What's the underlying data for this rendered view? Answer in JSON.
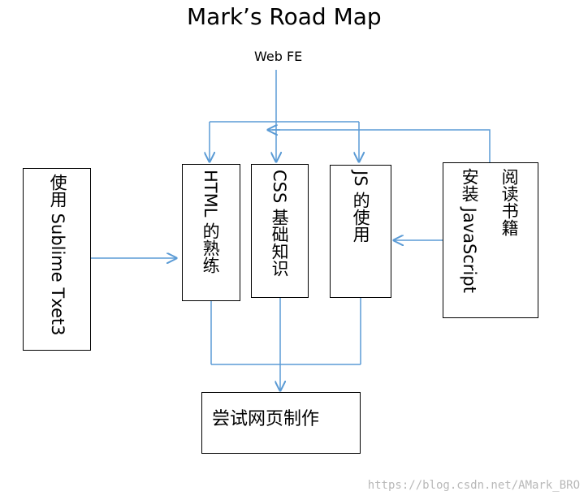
{
  "title": "Mark’s Road Map",
  "root_label": "Web FE",
  "nodes": {
    "sublime": "使用 Sublime Txet3",
    "html": "HTML 的熟练",
    "css": "CSS 基础知识",
    "js": "JS 的使用",
    "books_line1": "阅读书籍",
    "books_line2": "安装 JavaScript",
    "practice": "尝试网页制作"
  },
  "colors": {
    "arrow": "#5b9bd5",
    "border": "#000000"
  },
  "watermark": "https://blog.csdn.net/AMark_BRO"
}
